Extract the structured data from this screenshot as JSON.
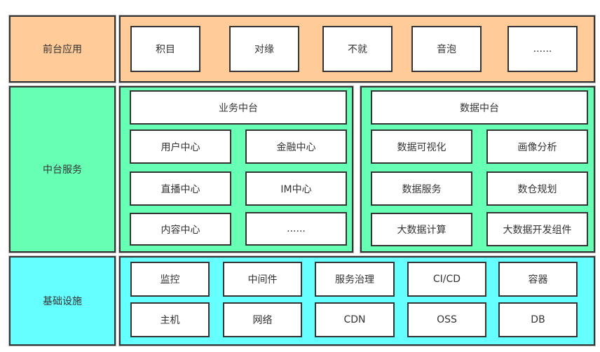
{
  "colors": {
    "frontend": "#ffcc99",
    "middle": "#66ffb3",
    "infra": "#66ffff",
    "border": "#333333"
  },
  "layers": {
    "frontend": {
      "label": "前台应用",
      "items": [
        "积目",
        "对缘",
        "不就",
        "音泡",
        "......"
      ]
    },
    "middle": {
      "label": "中台服务",
      "business": {
        "title": "业务中台",
        "items": [
          "用户中心",
          "金融中心",
          "直播中心",
          "IM中心",
          "内容中心",
          "......"
        ]
      },
      "data": {
        "title": "数据中台",
        "items": [
          "数据可视化",
          "画像分析",
          "数据服务",
          "数仓规划",
          "大数据计算",
          "大数据开发组件"
        ]
      }
    },
    "infra": {
      "label": "基础设施",
      "items": [
        "监控",
        "中间件",
        "服务治理",
        "CI/CD",
        "容器",
        "主机",
        "网络",
        "CDN",
        "OSS",
        "DB"
      ]
    }
  }
}
